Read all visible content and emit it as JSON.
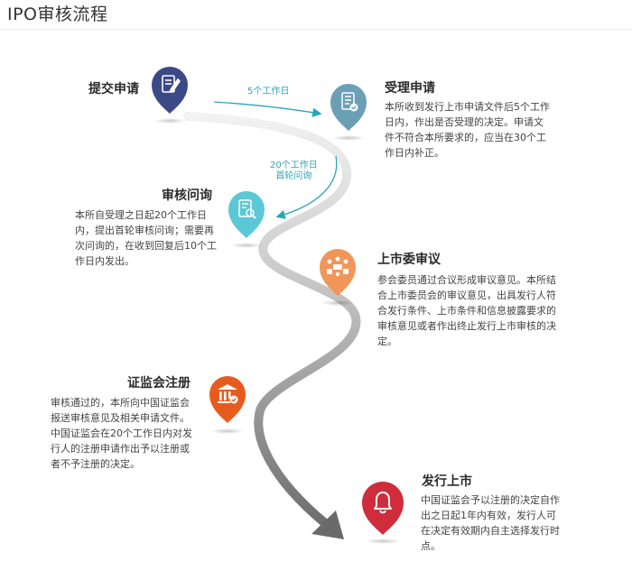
{
  "page": {
    "title": "IPO审核流程"
  },
  "steps": [
    {
      "id": "submit",
      "title": "提交申请",
      "icon": "document-edit-icon",
      "color": "#3b4a86",
      "description": ""
    },
    {
      "id": "accept",
      "title": "受理申请",
      "icon": "document-check-icon",
      "color": "#6a9fb5",
      "description": "本所收到发行上市申请文件后5个工作日内，作出是否受理的决定。申请文件不符合本所要求的，应当在30个工作日内补正。"
    },
    {
      "id": "review",
      "title": "审核问询",
      "icon": "document-search-icon",
      "color": "#5bc8d6",
      "description": "本所自受理之日起20个工作日内，提出首轮审核问询；需要再次问询的，在收到回复后10个工作日内发出。"
    },
    {
      "id": "committee",
      "title": "上市委审议",
      "icon": "meeting-icon",
      "color": "#f0965b",
      "description": "参会委员通过合议形成审议意见。本所结合上市委员会的审议意见，出具发行人符合发行条件、上市条件和信息披露要求的审核意见或者作出终止发行上市审核的决定。"
    },
    {
      "id": "register",
      "title": "证监会注册",
      "icon": "institution-icon",
      "color": "#e65c1f",
      "description": "审核通过的，本所向中国证监会报送审核意见及相关申请文件。中国证监会在20个工作日内对发行人的注册申请作出予以注册或者不予注册的决定。"
    },
    {
      "id": "listing",
      "title": "发行上市",
      "icon": "bell-icon",
      "color": "#cf2d3c",
      "description": "中国证监会予以注册的决定自作出之日起1年内有效，发行人可在决定有效期内自主选择发行时点。"
    }
  ],
  "arrows": [
    {
      "label": "5个工作日"
    },
    {
      "label_line1": "20个工作日",
      "label_line2": "首轮问询"
    }
  ],
  "accent_color": "#2aa6b8"
}
